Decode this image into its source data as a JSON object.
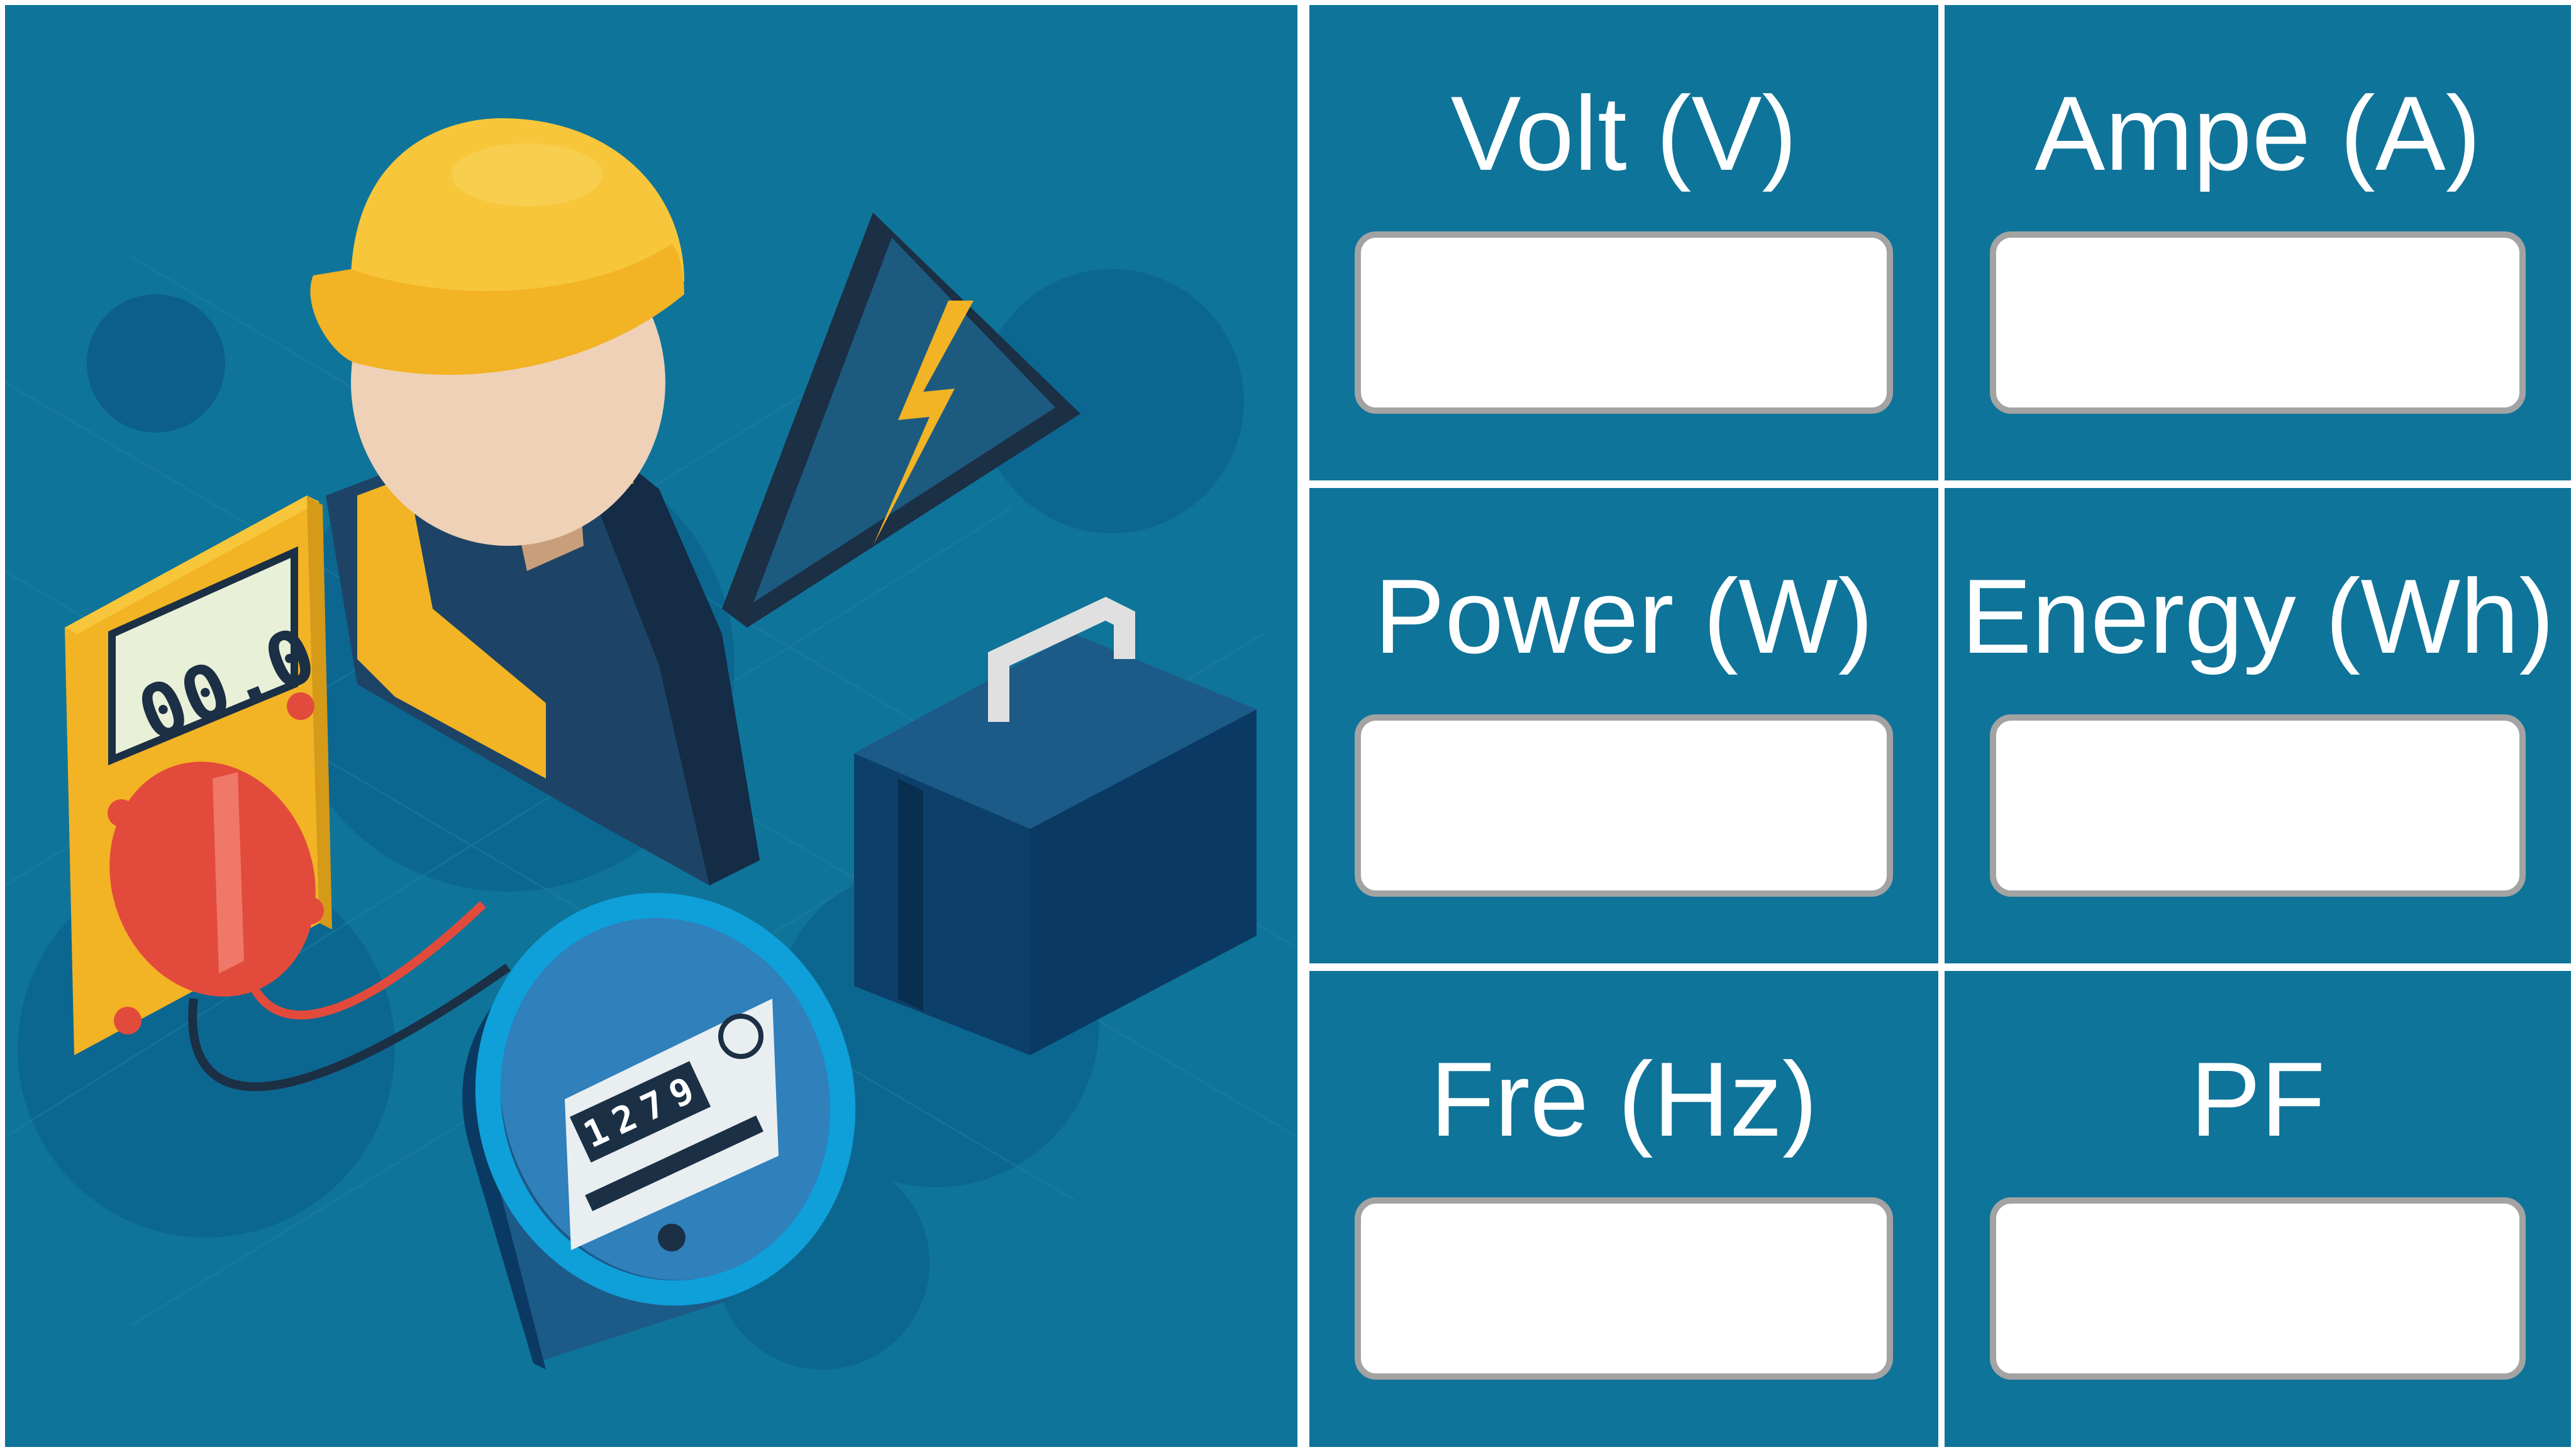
{
  "illustration": {
    "multimeter_display": "00.0",
    "meter_digits": [
      "1",
      "2",
      "7",
      "9"
    ]
  },
  "readings": [
    {
      "label": "Volt (V)",
      "value": ""
    },
    {
      "label": "Ampe (A)",
      "value": ""
    },
    {
      "label": "Power (W)",
      "value": ""
    },
    {
      "label": "Energy (Wh)",
      "value": ""
    },
    {
      "label": "Fre (Hz)",
      "value": ""
    },
    {
      "label": "PF",
      "value": ""
    }
  ],
  "colors": {
    "panel_bg": "#0f7499",
    "divider": "#ffffff",
    "field_border": "#a3a3a3",
    "helmet": "#f2b324",
    "bolt": "#f2b324"
  }
}
